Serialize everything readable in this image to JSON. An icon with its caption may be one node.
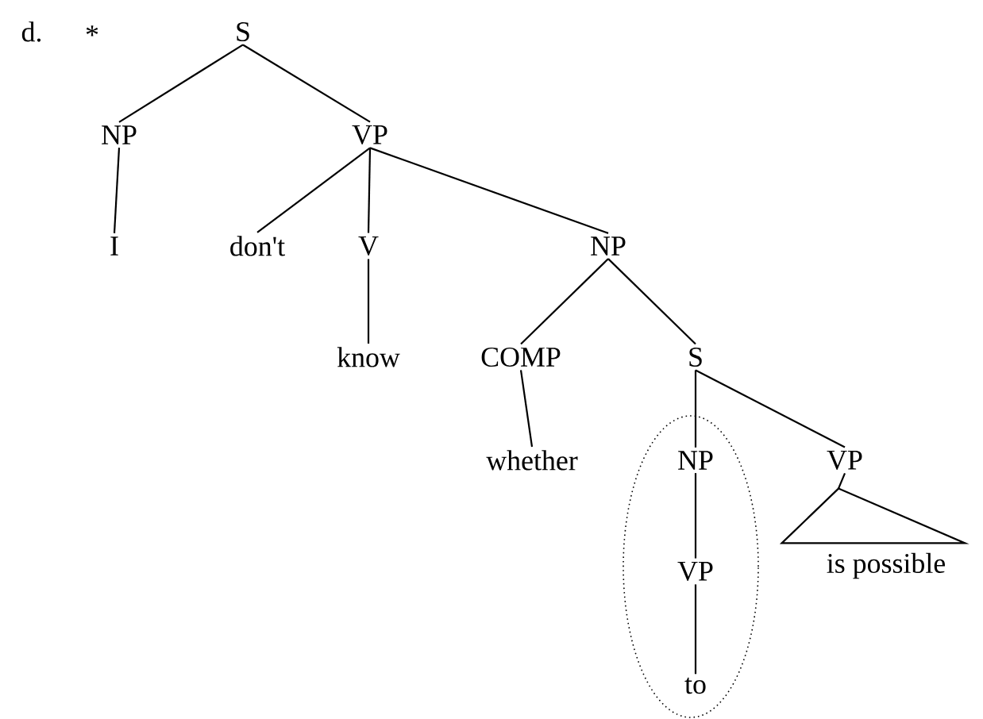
{
  "diagram": {
    "nodes": [
      {
        "text": [
          "S"
        ]
      },
      {
        "text": [
          "NP"
        ]
      },
      {
        "text": [
          "VP"
        ]
      },
      {
        "text": [
          "I"
        ]
      },
      {
        "text": [
          "don't"
        ]
      },
      {
        "text": [
          "V"
        ]
      },
      {
        "text": [
          "NP"
        ]
      },
      {
        "text": [
          "know"
        ]
      },
      {
        "text": [
          "COMP"
        ]
      },
      {
        "text": [
          "S"
        ]
      },
      {
        "text": [
          "whether"
        ]
      },
      {
        "text": [],
        "shape": "ellipse"
      },
      {
        "text": [
          "NP"
        ],
        "in": 11
      },
      {
        "text": [
          "VP"
        ]
      },
      {
        "text": [
          "VP"
        ],
        "in": 11
      },
      {
        "text": [
          "to"
        ],
        "in": 11
      },
      {
        "text": [],
        "shape": "triangle",
        "beside": [
          "is possible"
        ]
      }
    ],
    "edges": [
      {
        "from": 0,
        "to": 1,
        "arrow": "none"
      },
      {
        "from": 0,
        "to": 2,
        "arrow": "none"
      },
      {
        "from": 1,
        "to": 3,
        "arrow": "none"
      },
      {
        "from": 2,
        "to": 4,
        "arrow": "none"
      },
      {
        "from": 2,
        "to": 5,
        "arrow": "none"
      },
      {
        "from": 2,
        "to": 6,
        "arrow": "none"
      },
      {
        "from": 5,
        "to": 7,
        "arrow": "none"
      },
      {
        "from": 6,
        "to": 8,
        "arrow": "none"
      },
      {
        "from": 6,
        "to": 9,
        "arrow": "none"
      },
      {
        "from": 8,
        "to": 10,
        "arrow": "none"
      },
      {
        "from": 9,
        "to": 12,
        "arrow": "none"
      },
      {
        "from": 9,
        "to": 13,
        "arrow": "none"
      },
      {
        "from": 12,
        "to": 14,
        "arrow": "none"
      },
      {
        "from": 14,
        "to": 15,
        "arrow": "none"
      },
      {
        "from": 13,
        "to": 16,
        "arrow": "none"
      }
    ],
    "labels": [
      "d.",
      "*"
    ]
  }
}
